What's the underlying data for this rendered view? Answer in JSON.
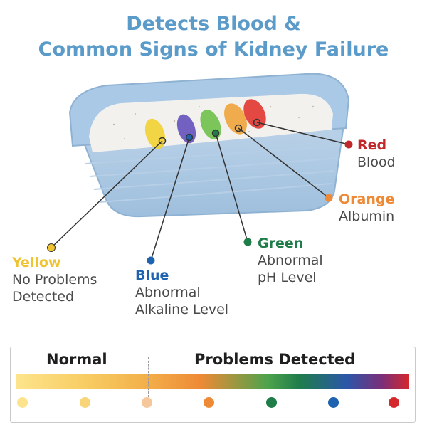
{
  "title": {
    "line1": "Detects Blood &",
    "line2": "Common Signs of Kidney Failure"
  },
  "indicators": [
    {
      "color_name": "Yellow",
      "desc1": "No Problems",
      "desc2": "Detected",
      "color": "#f0c330"
    },
    {
      "color_name": "Blue",
      "desc1": "Abnormal",
      "desc2": "Alkaline Level",
      "color": "#1e63b0"
    },
    {
      "color_name": "Green",
      "desc1": "Abnormal",
      "desc2": "pH Level",
      "color": "#1f7d4a"
    },
    {
      "color_name": "Orange",
      "desc1": "Albumin",
      "color": "#ee8a36"
    },
    {
      "color_name": "Red",
      "desc1": "Blood",
      "color": "#c0282c"
    }
  ],
  "scale": {
    "left_label": "Normal",
    "right_label": "Problems Detected",
    "dot_colors": [
      "#fde48c",
      "#f9d57a",
      "#f6c79a",
      "#ee8a36",
      "#1f7d4a",
      "#1e63b0",
      "#d4282c"
    ]
  }
}
